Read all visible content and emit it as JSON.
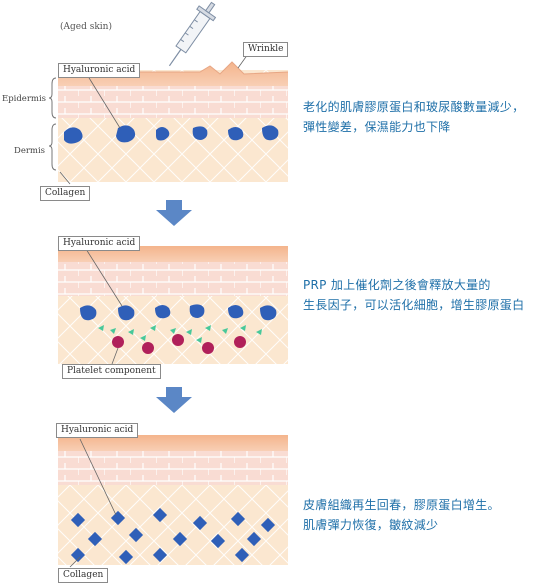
{
  "panel1": {
    "aged_label": "(Aged skin)",
    "label_ha": "Hyaluronic acid",
    "label_wrinkle": "Wrinkle",
    "label_epidermis": "Epidermis",
    "label_dermis": "Dermis",
    "label_collagen": "Collagen",
    "caption_lines": [
      "老化的肌膚膠原蛋白和玻尿酸數量減少，",
      "彈性變差，保濕能力也下降"
    ]
  },
  "panel2": {
    "label_ha": "Hyaluronic acid",
    "label_platelet": "Platelet component",
    "caption_lines": [
      "PRP 加上催化劑之後會釋放大量的",
      "生長因子，可以活化細胞，增生膠原蛋白"
    ]
  },
  "panel3": {
    "label_ha": "Hyaluronic acid",
    "label_collagen": "Collagen",
    "caption_lines": [
      "皮膚組織再生回春，膠原蛋白增生。",
      "肌膚彈力恢復，皺紋減少"
    ]
  },
  "colors": {
    "caption_text": "#1e6fa8",
    "arrow": "#5b87c6",
    "blob": "#2f5fb8",
    "platelet": "#b0205a",
    "growth_factor": "#48c89a",
    "epidermis": "#f7d3c1",
    "dermis": "#fbe6cf"
  }
}
